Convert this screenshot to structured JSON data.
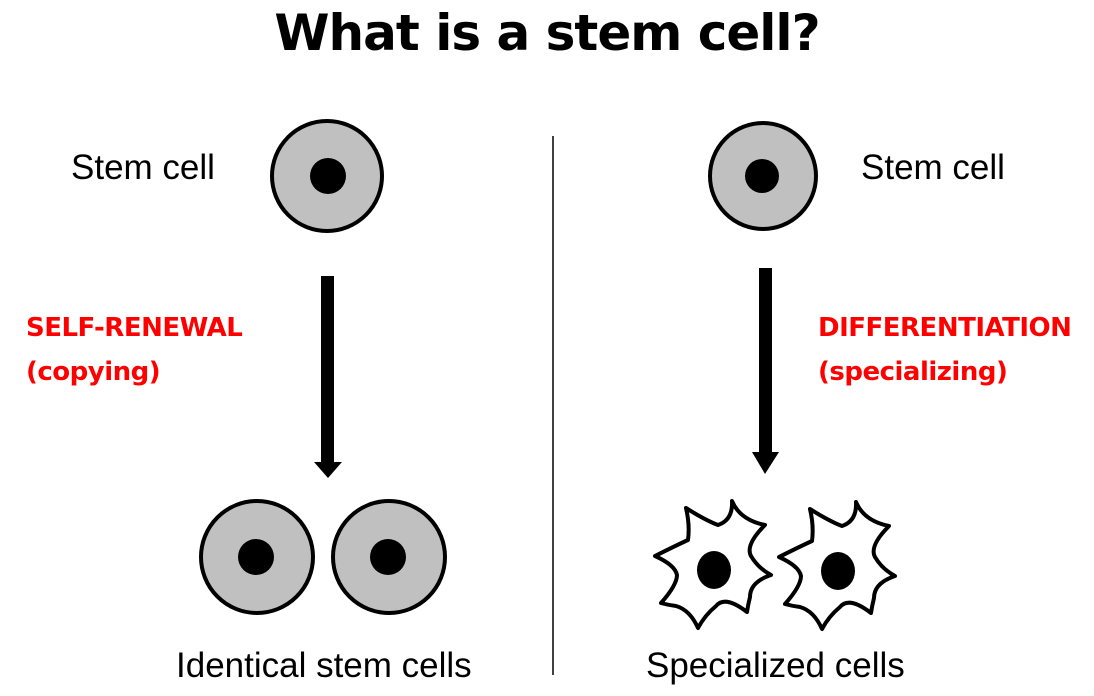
{
  "title": "What is a stem cell?",
  "colors": {
    "cell_fill": "#c0c0c0",
    "outline": "#000000",
    "process_label": "#ff0000",
    "background": "#ffffff"
  },
  "left_panel": {
    "top_label": "Stem cell",
    "process_name": "SELF-RENEWAL",
    "process_description": "(copying)",
    "bottom_label": "Identical stem cells",
    "result_cell_count": 2,
    "result_cell_type": "round-stem-cell"
  },
  "right_panel": {
    "top_label": "Stem cell",
    "process_name": "DIFFERENTIATION",
    "process_description": "(specializing)",
    "bottom_label": "Specialized cells",
    "result_cell_count": 2,
    "result_cell_type": "star-shaped-specialized-cell"
  }
}
